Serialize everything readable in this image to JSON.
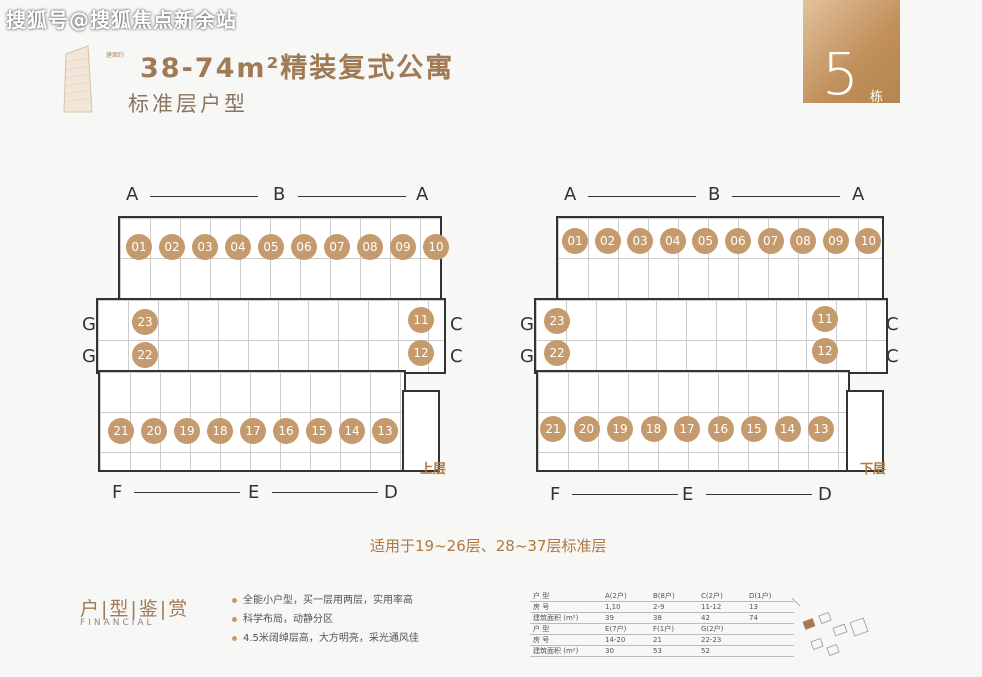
{
  "watermark": "搜狐号@搜狐焦点新余站",
  "header": {
    "tag": "建面约",
    "title": "38-74m²精装复式公寓",
    "subtitle": "标准层户型"
  },
  "building": {
    "number": "5",
    "unit": "栋"
  },
  "plans": {
    "axes_top": [
      "A",
      "B",
      "A"
    ],
    "axes_side_left": [
      "G",
      "G"
    ],
    "axes_side_right": [
      "C",
      "C"
    ],
    "axes_bottom": [
      "F",
      "E",
      "D"
    ],
    "top_units": [
      "01",
      "02",
      "03",
      "04",
      "05",
      "06",
      "07",
      "08",
      "09",
      "10"
    ],
    "left_units": [
      "23",
      "22"
    ],
    "right_units": [
      "11",
      "12"
    ],
    "bottom_units": [
      "21",
      "20",
      "19",
      "18",
      "17",
      "16",
      "15",
      "14",
      "13"
    ],
    "upper_label": "上层",
    "lower_label": "下层"
  },
  "apply_text": "适用于19~26层、28~37层标准层",
  "financial": {
    "title": "户|型|鉴|赏",
    "subtitle": "FINANCIAL",
    "bullets": [
      "全能小户型，买一层用两层，实用率高",
      "科学布局，动静分区",
      "4.5米阔绰层高，大方明亮，采光通风佳"
    ]
  },
  "spec_table": {
    "rows": [
      [
        "户 型",
        "A(2户)",
        "B(8户)",
        "C(2户)",
        "D(1户)"
      ],
      [
        "房 号",
        "1,10",
        "2-9",
        "11-12",
        "13"
      ],
      [
        "建筑面积 (m²)",
        "39",
        "38",
        "42",
        "74"
      ],
      [
        "户 型",
        "E(7户)",
        "F(1户)",
        "G(2户)",
        ""
      ],
      [
        "房 号",
        "14-20",
        "21",
        "22-23",
        ""
      ],
      [
        "建筑面积 (m²)",
        "30",
        "53",
        "52",
        ""
      ]
    ]
  }
}
